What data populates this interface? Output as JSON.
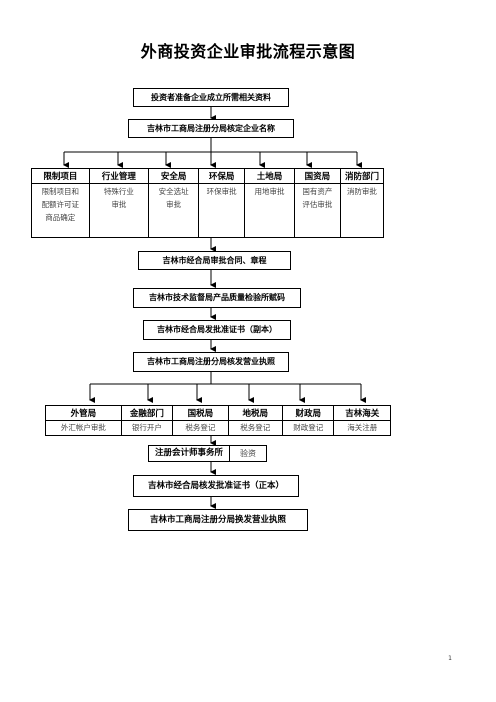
{
  "title": "外商投资企业审批流程示意图",
  "steps": {
    "s1": "投资者准备企业成立所需相关资料",
    "s2": "吉林市工商局注册分局核定企业名称",
    "s3": "吉林市经合局审批合同、章程",
    "s4": "吉林市技术监督局产品质量检验所赋码",
    "s5": "吉林市经合局发批准证书（副本）",
    "s6": "吉林市工商局注册分局核发营业执照",
    "s7_label": "注册会计师事务所",
    "s7_value": "验资",
    "s8": "吉林市经合局核发批准证书（正本）",
    "s9": "吉林市工商局注册分局换发营业执照"
  },
  "table1": [
    {
      "head": "限制项目",
      "body": [
        "限制项目和",
        "配额许可证",
        "商品确定"
      ]
    },
    {
      "head": "行业管理",
      "body": [
        "特殊行业",
        "审批"
      ]
    },
    {
      "head": "安全局",
      "body": [
        "安全选址",
        "审批"
      ]
    },
    {
      "head": "环保局",
      "body": [
        "环保审批"
      ]
    },
    {
      "head": "土地局",
      "body": [
        "用地审批"
      ]
    },
    {
      "head": "国资局",
      "body": [
        "国有资产",
        "评估审批"
      ]
    },
    {
      "head": "消防部门",
      "body": [
        "消防审批"
      ]
    }
  ],
  "table2": [
    {
      "head": "外管局",
      "body": "外汇帐户审批"
    },
    {
      "head": "金融部门",
      "body": "银行开户"
    },
    {
      "head": "国税局",
      "body": "税务登记"
    },
    {
      "head": "地税局",
      "body": "税务登记"
    },
    {
      "head": "财政局",
      "body": "财政登记"
    },
    {
      "head": "吉林海关",
      "body": "海关注册"
    }
  ],
  "page_number": "1"
}
